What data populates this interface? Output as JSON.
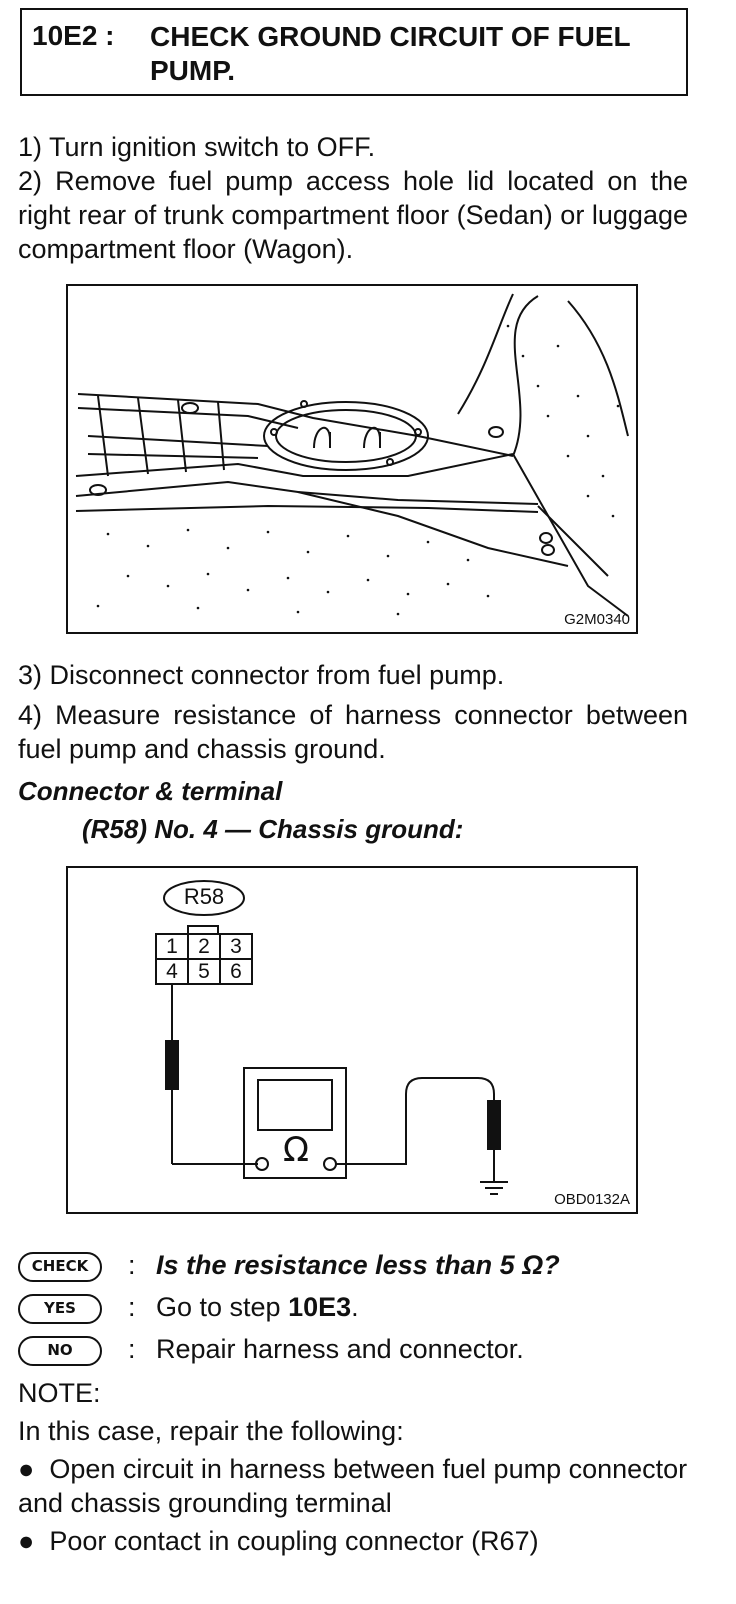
{
  "header": {
    "step": "10E2 :",
    "title": "CHECK GROUND CIRCUIT OF FUEL PUMP."
  },
  "steps": [
    "1) Turn ignition switch to OFF.",
    "2) Remove fuel pump access hole lid located on the right rear of trunk compartment floor (Sedan) or luggage compartment floor (Wagon).",
    "3) Disconnect connector from fuel pump.",
    "4) Measure resistance of harness connector between fuel pump and chassis ground."
  ],
  "figure1": {
    "code": "G2M0340"
  },
  "connector": {
    "heading": "Connector & terminal",
    "subheading": "(R58) No. 4 — Chassis ground:",
    "label": "R58",
    "pins": [
      "1",
      "2",
      "3",
      "4",
      "5",
      "6"
    ],
    "meter_symbol": "Ω",
    "code": "OBD0132A"
  },
  "decision": {
    "check_badge": "CHECK",
    "check_text": "Is the resistance less than 5 Ω?",
    "yes_badge": "YES",
    "yes_prefix": "Go to step ",
    "yes_step": "10E3",
    "yes_suffix": ".",
    "no_badge": "NO",
    "no_text": "Repair harness and connector."
  },
  "note": {
    "label": "NOTE:",
    "intro": "In this case, repair the following:",
    "items": [
      "Open circuit in harness between fuel pump connector and chassis grounding terminal",
      "Poor contact in coupling connector (R67)"
    ]
  }
}
